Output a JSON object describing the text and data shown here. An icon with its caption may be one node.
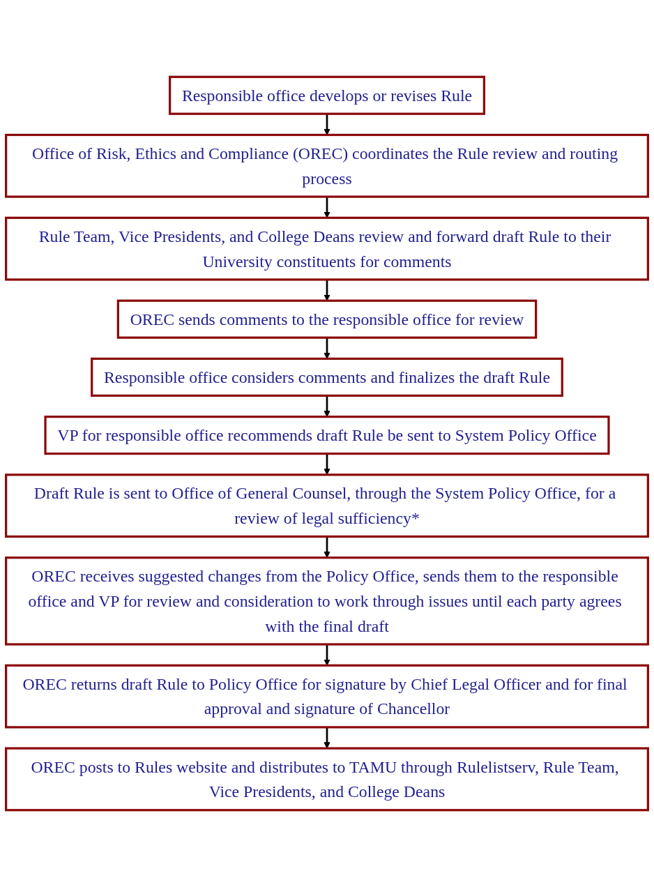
{
  "diagram": {
    "nodes": [
      {
        "text": [
          "Responsible office develops or revises Rule"
        ]
      },
      {
        "text": [
          "Office of Risk, Ethics and Compliance (OREC) coordinates the Rule review and routing process"
        ]
      },
      {
        "text": [
          "Rule Team, Vice Presidents, and College Deans review and forward draft Rule to their University constituents for comments"
        ]
      },
      {
        "text": [
          "OREC sends comments to the responsible office for review"
        ]
      },
      {
        "text": [
          "Responsible office considers comments and finalizes the draft Rule"
        ]
      },
      {
        "text": [
          "VP for responsible office recommends draft Rule be sent to System Policy Office"
        ]
      },
      {
        "text": [
          "Draft Rule is sent to Office of General Counsel, through the System Policy Office, for a review of legal sufficiency*"
        ]
      },
      {
        "text": [
          "OREC receives suggested changes from the Policy Office, sends them to the responsible office and VP for review and consideration to work through issues until each party agrees with the final draft"
        ]
      },
      {
        "text": [
          "OREC returns draft Rule to Policy Office for signature by Chief Legal Officer and for final approval and signature of Chancellor"
        ]
      },
      {
        "text": [
          "OREC posts to Rules website and distributes to TAMU through Rulelistserv, Rule Team, Vice Presidents, and College Deans"
        ]
      }
    ],
    "edges": [
      {
        "from": 0,
        "to": 1,
        "arrow": "to"
      },
      {
        "from": 1,
        "to": 2,
        "arrow": "to"
      },
      {
        "from": 2,
        "to": 3,
        "arrow": "to"
      },
      {
        "from": 3,
        "to": 4,
        "arrow": "to"
      },
      {
        "from": 4,
        "to": 5,
        "arrow": "to"
      },
      {
        "from": 5,
        "to": 6,
        "arrow": "to"
      },
      {
        "from": 6,
        "to": 7,
        "arrow": "to"
      },
      {
        "from": 7,
        "to": 8,
        "arrow": "to"
      },
      {
        "from": 8,
        "to": 9,
        "arrow": "to"
      }
    ]
  }
}
